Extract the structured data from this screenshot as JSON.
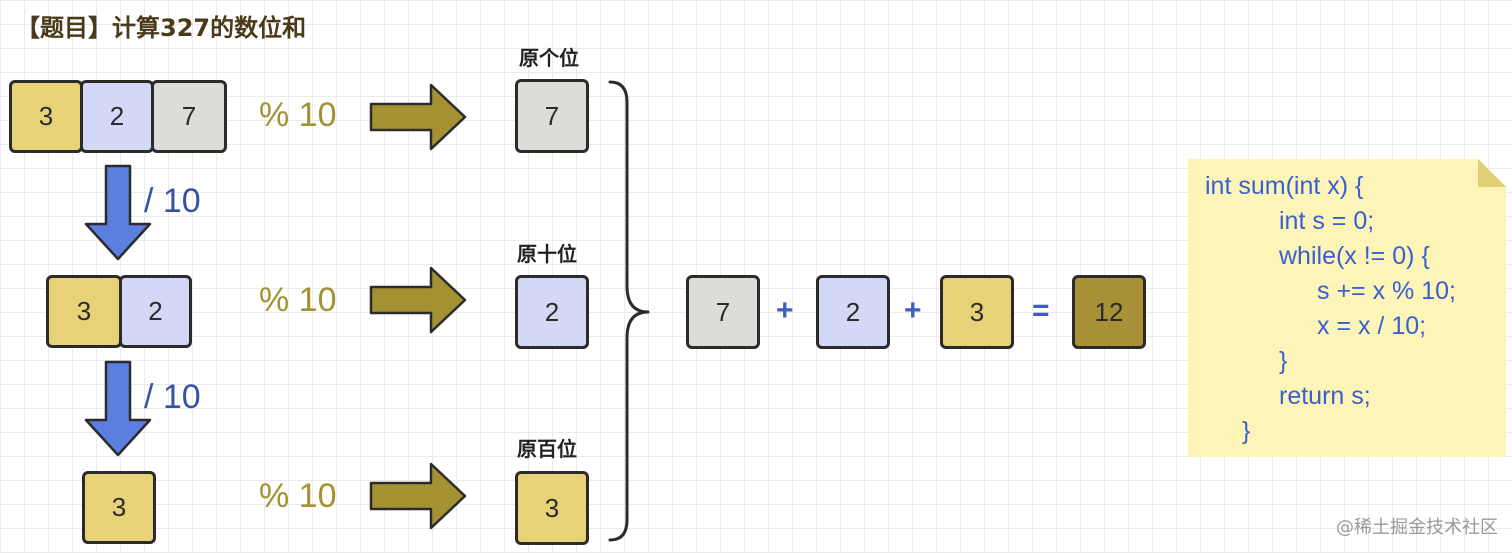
{
  "title": "【题目】计算327的数位和",
  "rows": [
    {
      "digits": [
        {
          "text": "3",
          "color": "gold"
        },
        {
          "text": "2",
          "color": "blue"
        },
        {
          "text": "7",
          "color": "grey"
        }
      ],
      "op": "% 10",
      "label": "原个位",
      "result": "7",
      "result_color": "grey"
    },
    {
      "digits": [
        {
          "text": "3",
          "color": "gold"
        },
        {
          "text": "2",
          "color": "blue"
        }
      ],
      "op": "% 10",
      "label": "原十位",
      "result": "2",
      "result_color": "blue"
    },
    {
      "digits": [
        {
          "text": "3",
          "color": "gold"
        }
      ],
      "op": "% 10",
      "label": "原百位",
      "result": "3",
      "result_color": "gold"
    }
  ],
  "divide_label": "/ 10",
  "sum": {
    "terms": [
      "7",
      "2",
      "3"
    ],
    "plus": "+",
    "equals": "=",
    "result": "12"
  },
  "code": [
    "int sum(int x) {",
    "int s = 0;",
    "while(x != 0) {",
    "s += x % 10;",
    "x = x / 10;",
    "}",
    "return s;",
    "}"
  ],
  "watermark": "@稀土掘金技术社区",
  "colors": {
    "gold": "#e8d278",
    "blue": "#d2d8f6",
    "grey": "#dedcd9",
    "dark": "#a89036",
    "arrow_right": "#a49232",
    "arrow_down": "#5a7fe0"
  }
}
